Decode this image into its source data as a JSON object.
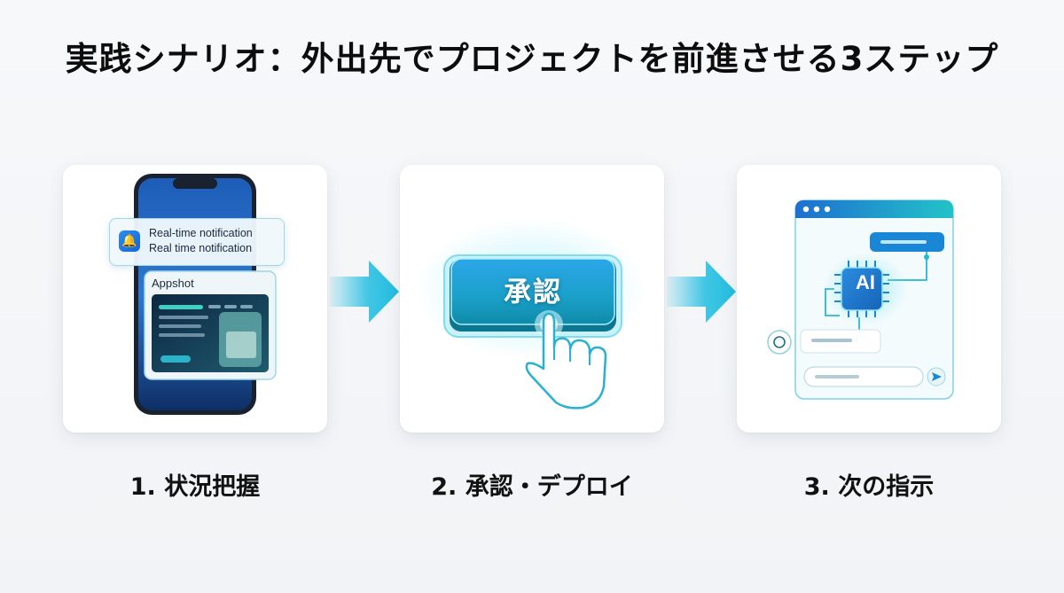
{
  "title": "実践シナリオ：外出先でプロジェクトを前進させる3ステップ",
  "steps": [
    {
      "label": "1. 状況把握",
      "notification_lines": [
        "Real-time notification",
        "Real time notification"
      ],
      "preview_label": "Appshot",
      "icon": "bell-icon"
    },
    {
      "label": "2. 承認・デプロイ",
      "button_text": "承認",
      "icon": "pointing-hand-icon"
    },
    {
      "label": "3. 次の指示",
      "chip_text": "AI",
      "icon": "ai-chip-icon"
    }
  ],
  "colors": {
    "accent": "#1fb8d8",
    "accent_dark": "#0a7fa8",
    "phone_blue": "#1e5fb0",
    "arrow": "#22bde0"
  }
}
